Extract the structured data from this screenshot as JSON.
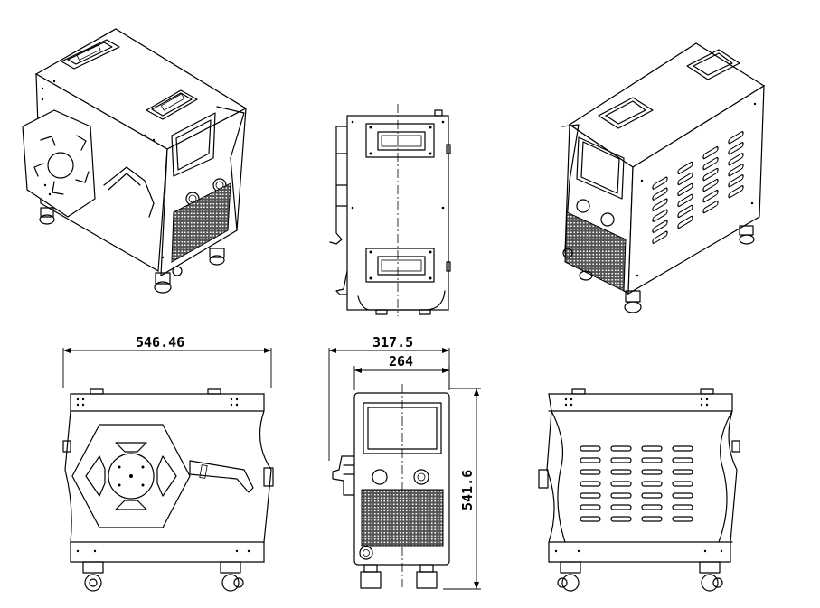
{
  "drawing": {
    "views": [
      "iso-front-left",
      "side-top",
      "iso-rear-right",
      "front",
      "side",
      "rear"
    ],
    "dimensions": {
      "front_width": "546.46",
      "side_depth_outer": "317.5",
      "side_depth_inner": "264",
      "height": "541.6"
    }
  }
}
